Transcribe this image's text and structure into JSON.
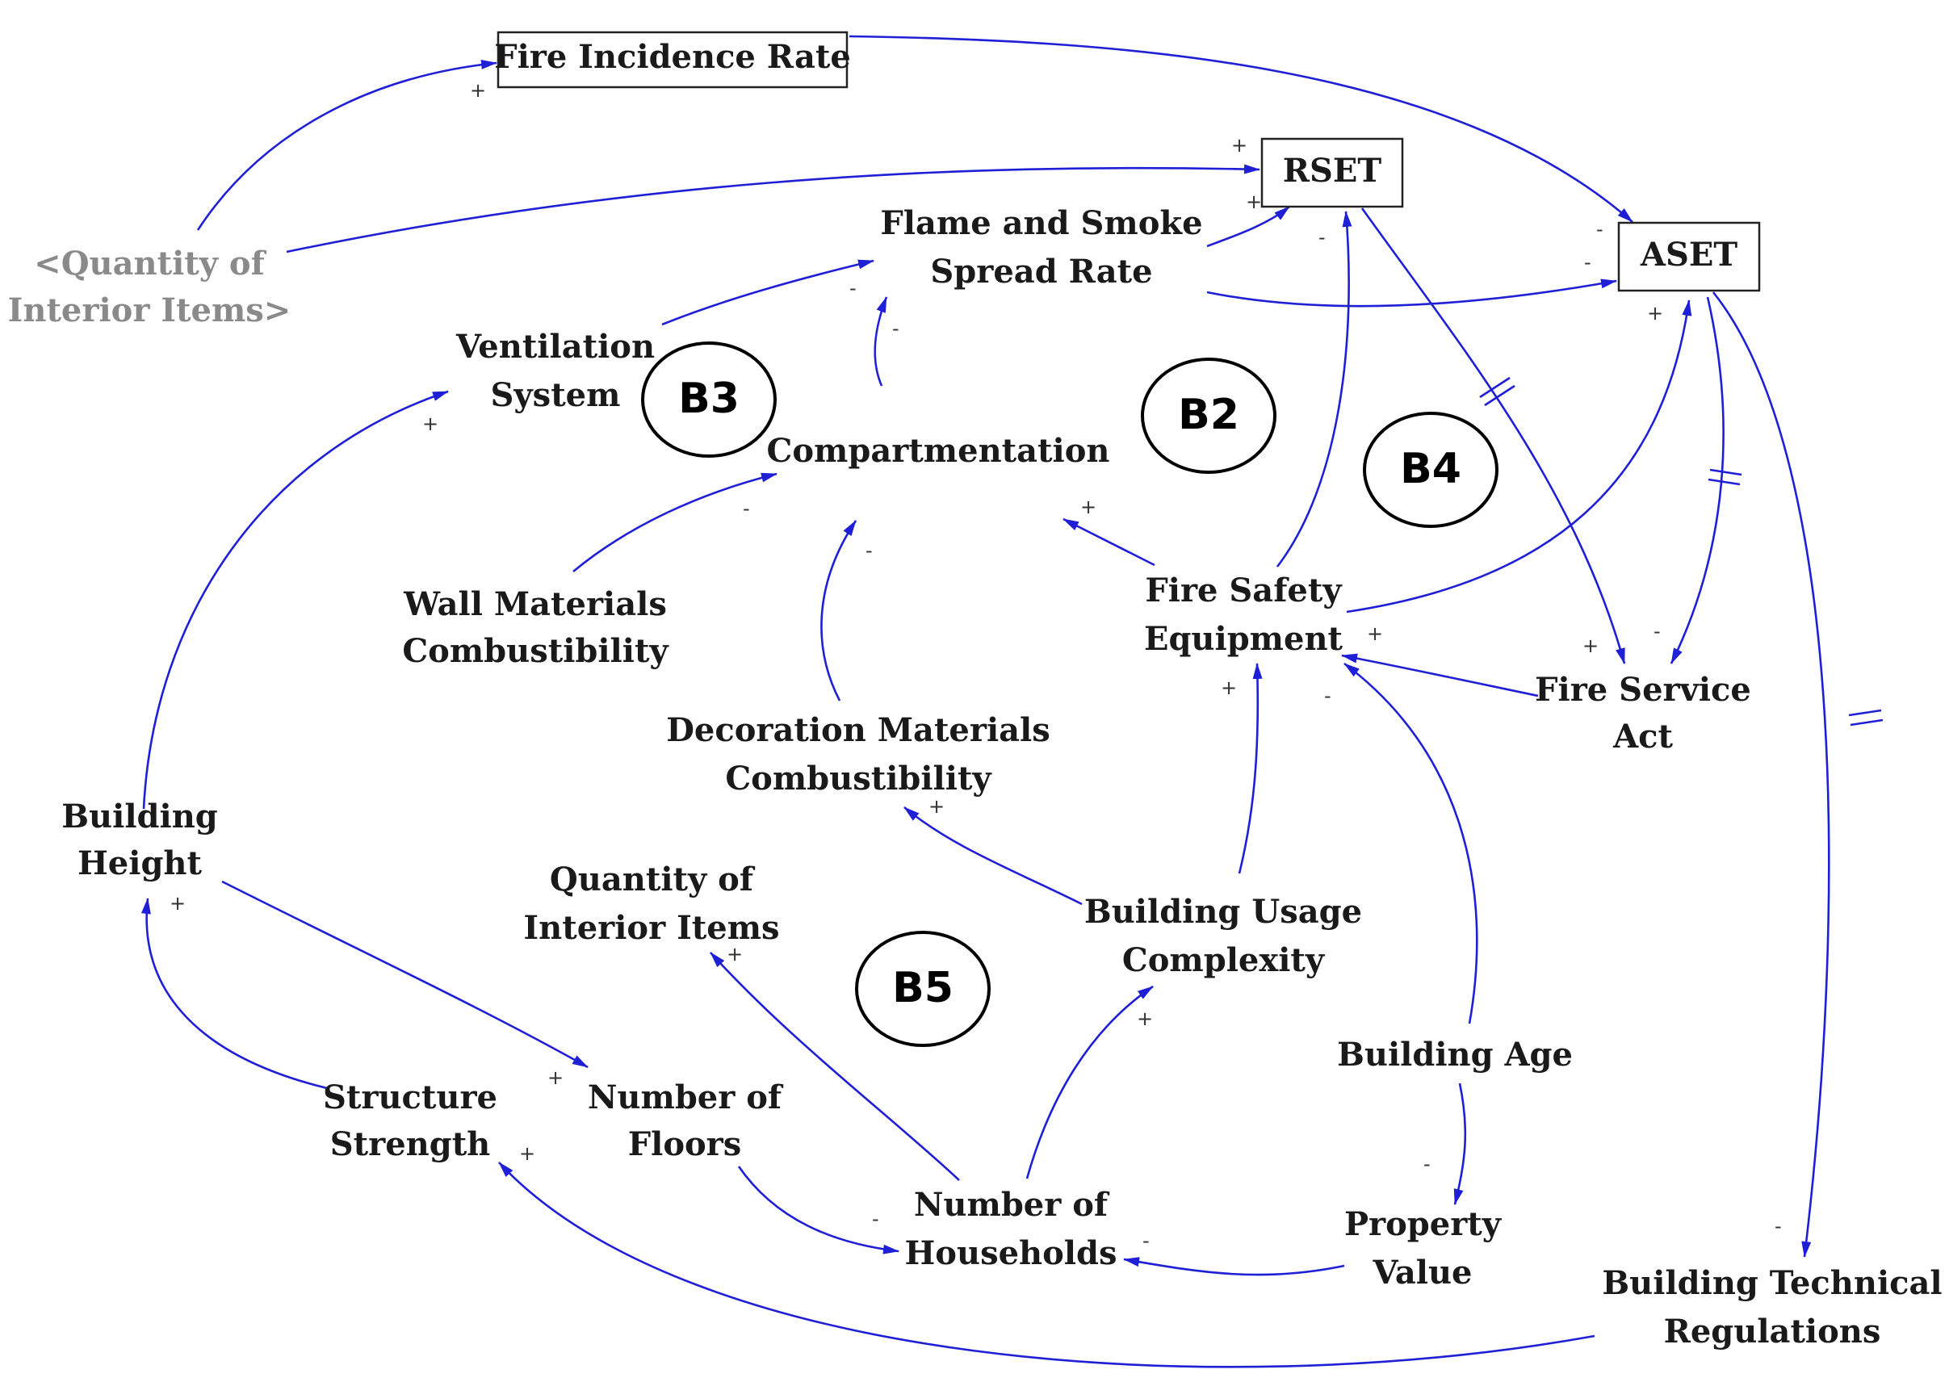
{
  "colors": {
    "arrow": "#1f1fd6",
    "text": "#1a1a1a",
    "shadow_variable": "#8a8a8a",
    "loop_outline": "#000000"
  },
  "stocks": {
    "fire_incidence_rate": "Fire Incidence Rate",
    "rset": "RSET",
    "aset": "ASET"
  },
  "variables": {
    "quantity_interior_shadow": [
      "<Quantity of",
      "Interior Items>"
    ],
    "flame_smoke_spread": [
      "Flame and Smoke",
      "Spread Rate"
    ],
    "ventilation_system": [
      "Ventilation",
      "System"
    ],
    "compartmentation": [
      "Compartmentation"
    ],
    "wall_materials": [
      "Wall Materials",
      "Combustibility"
    ],
    "fire_safety_equipment": [
      "Fire Safety",
      "Equipment"
    ],
    "fire_service_act": [
      "Fire Service",
      "Act"
    ],
    "decoration_materials": [
      "Decoration Materials",
      "Combustibility"
    ],
    "building_height": [
      "Building",
      "Height"
    ],
    "quantity_interior": [
      "Quantity of",
      "Interior Items"
    ],
    "building_usage": [
      "Building Usage",
      "Complexity"
    ],
    "building_age": [
      "Building Age"
    ],
    "structure_strength": [
      "Structure",
      "Strength"
    ],
    "number_floors": [
      "Number of",
      "Floors"
    ],
    "number_households": [
      "Number of",
      "Households"
    ],
    "property_value": [
      "Property",
      "Value"
    ],
    "building_regulations": [
      "Building Technical",
      "Regulations"
    ]
  },
  "loops": [
    "B2",
    "B3",
    "B4",
    "B5"
  ],
  "links": [
    {
      "id": "qty-to-fire-incidence",
      "polarity": "+"
    },
    {
      "id": "fire-incidence-to-aset",
      "polarity": "-"
    },
    {
      "id": "qty-to-rset",
      "polarity": "+"
    },
    {
      "id": "flame-to-rset",
      "polarity": "+"
    },
    {
      "id": "flame-to-aset",
      "polarity": "-"
    },
    {
      "id": "ventilation-to-flame",
      "polarity": "-"
    },
    {
      "id": "compartment-to-flame",
      "polarity": "-"
    },
    {
      "id": "wall-to-compartment",
      "polarity": "-"
    },
    {
      "id": "decoration-to-compartment",
      "polarity": "-"
    },
    {
      "id": "equipment-to-compartment",
      "polarity": "+"
    },
    {
      "id": "equipment-to-rset",
      "polarity": "-"
    },
    {
      "id": "equipment-to-aset",
      "polarity": "+"
    },
    {
      "id": "rset-to-service-act",
      "polarity": "+"
    },
    {
      "id": "aset-to-service-act",
      "polarity": "-"
    },
    {
      "id": "aset-to-regulations",
      "polarity": "-"
    },
    {
      "id": "service-act-to-equipment",
      "polarity": "+"
    },
    {
      "id": "usage-to-equipment",
      "polarity": "+"
    },
    {
      "id": "usage-to-decoration",
      "polarity": "+"
    },
    {
      "id": "age-to-equipment",
      "polarity": "-"
    },
    {
      "id": "age-to-property",
      "polarity": "-"
    },
    {
      "id": "property-to-households",
      "polarity": "-"
    },
    {
      "id": "households-to-usage",
      "polarity": "+"
    },
    {
      "id": "households-to-quantity",
      "polarity": "+"
    },
    {
      "id": "height-to-ventilation",
      "polarity": "+"
    },
    {
      "id": "height-to-floors",
      "polarity": "+"
    },
    {
      "id": "strength-to-height",
      "polarity": "+"
    },
    {
      "id": "floors-to-households",
      "polarity": "-"
    },
    {
      "id": "regulations-to-strength",
      "polarity": "+"
    }
  ]
}
